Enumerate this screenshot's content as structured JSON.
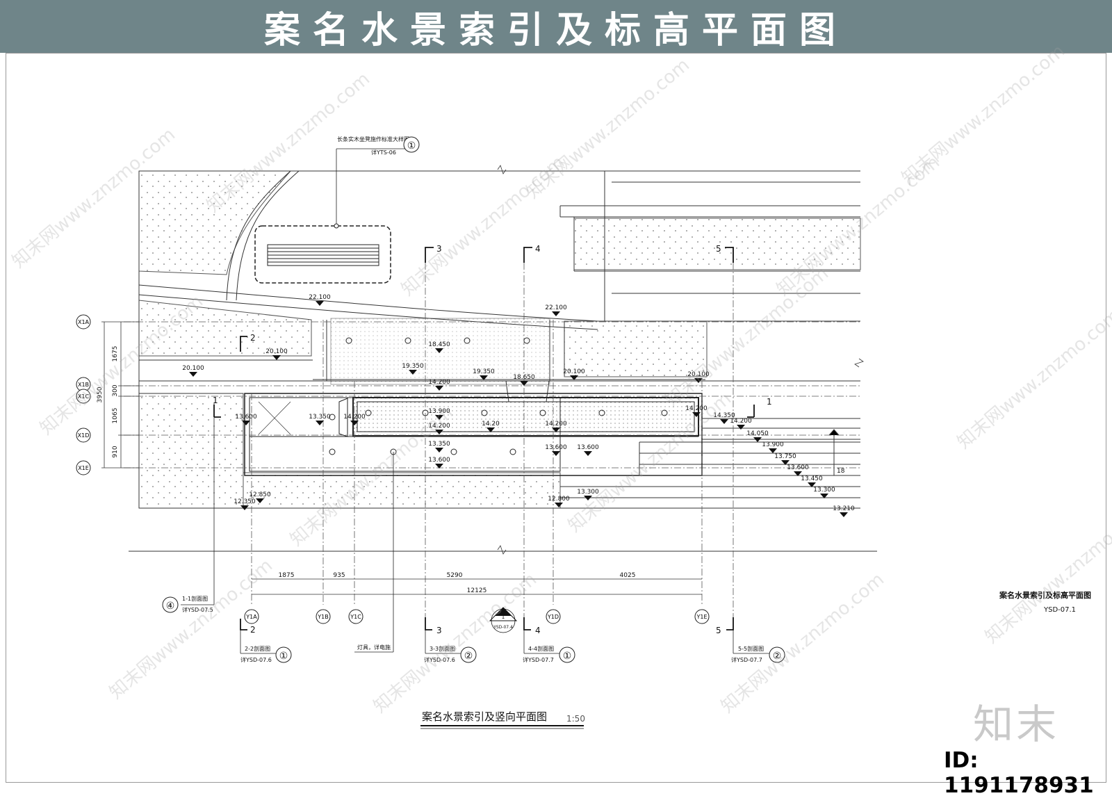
{
  "header": {
    "title": "案名水景索引及标高平面图"
  },
  "plan": {
    "title": "案名水景索引及竖向平面图",
    "scale": "1:50",
    "top_callout": {
      "label": "长条实木坐凳施作标准大样图",
      "ref": "详YTS-06",
      "number": "①"
    },
    "grid_rows": [
      {
        "id": "row-xia",
        "label": "X1A"
      },
      {
        "id": "row-xib",
        "label": "X1B"
      },
      {
        "id": "row-xic",
        "label": "X1C"
      },
      {
        "id": "row-xid",
        "label": "X1D"
      },
      {
        "id": "row-xie",
        "label": "X1E"
      }
    ],
    "grid_cols": [
      {
        "id": "col-yia",
        "label": "Y1A"
      },
      {
        "id": "col-yib",
        "label": "Y1B"
      },
      {
        "id": "col-yic",
        "label": "Y1C"
      },
      {
        "id": "col-yid",
        "label": "Y1D"
      },
      {
        "id": "col-yie",
        "label": "Y1E"
      }
    ],
    "row_dims": [
      "1675",
      "300",
      "1065",
      "910",
      "3950"
    ],
    "col_dims": [
      "1875",
      "935",
      "5290",
      "4025",
      "12125"
    ],
    "section_marks": [
      "1",
      "2",
      "3",
      "4",
      "5"
    ],
    "elevations": [
      "22.100",
      "22.100",
      "20.100",
      "20.100",
      "18.450",
      "19.350",
      "19.350",
      "18.650",
      "20.100",
      "20.100",
      "14.200",
      "13.600",
      "13.350",
      "14.200",
      "13.900",
      "14.200",
      "14.350",
      "14.200",
      "14.200",
      "14.20",
      "14.200",
      "13.350",
      "13.600",
      "13.600",
      "13.600",
      "14.050",
      "13.900",
      "13.750",
      "13.600",
      "13.450",
      "13.300",
      "13.300",
      "12.850",
      "12.350",
      "12.800",
      "13.210"
    ],
    "step_note": "18",
    "bottom_refs": [
      {
        "num": "④",
        "title": "1-1剖面图",
        "ref": "详YSD-07.5"
      },
      {
        "num": "①",
        "title": "2-2剖面图",
        "ref": "详YSD-07.6"
      },
      {
        "num": "②",
        "title": "3-3剖面图",
        "ref": "详YSD-07.6"
      },
      {
        "num": "①",
        "title": "4-4剖面图",
        "ref": "详YSD-07.7"
      },
      {
        "num": "②",
        "title": "5-5剖面图",
        "ref": "详YSD-07.7"
      }
    ],
    "lamp_note": "灯具，详电施",
    "detail_symbol": {
      "top": "1",
      "bottom": "YSD-07.4"
    }
  },
  "sheet": {
    "name": "案名水景索引及标高平面图",
    "number": "YSD-07.1"
  },
  "branding": {
    "logo": "知末",
    "id": "ID: 1191178931",
    "watermark": "知末网www.znzmo.com"
  }
}
